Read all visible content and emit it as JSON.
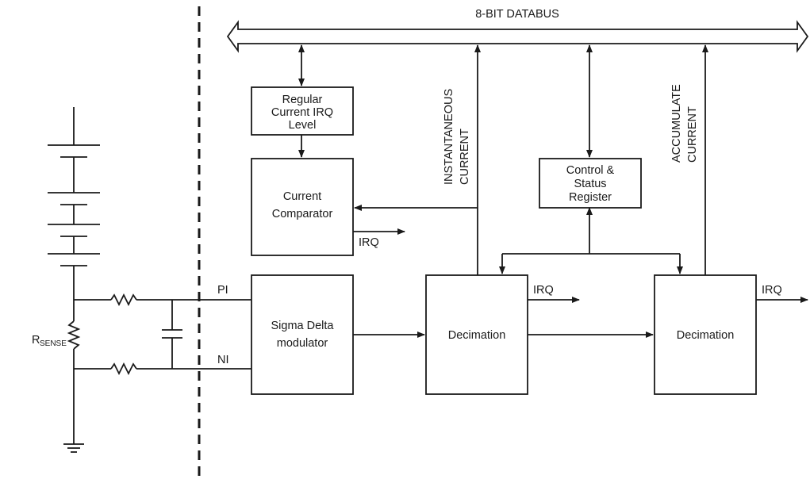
{
  "databus": {
    "label": "8-BIT DATABUS"
  },
  "blocks": {
    "irq_level": {
      "lines": [
        "Regular",
        "Current IRQ",
        "Level"
      ]
    },
    "comparator": {
      "lines": [
        "Current",
        "Comparator"
      ]
    },
    "control_status": {
      "lines": [
        "Control &",
        "Status",
        "Register"
      ]
    },
    "sigma_delta": {
      "lines": [
        "Sigma Delta",
        "modulator"
      ]
    },
    "decimation_1": {
      "label": "Decimation"
    },
    "decimation_2": {
      "label": "Decimation"
    }
  },
  "signals": {
    "instantaneous": [
      "INSTANTANEOUS",
      "CURRENT"
    ],
    "accumulate": [
      "ACCUMULATE",
      "CURRENT"
    ],
    "irq_comparator": "IRQ",
    "irq_decimation_1": "IRQ",
    "irq_decimation_2": "IRQ",
    "pin_pi": "PI",
    "pin_ni": "NI"
  },
  "external": {
    "rsense_main": "R",
    "rsense_sub": "SENSE"
  }
}
